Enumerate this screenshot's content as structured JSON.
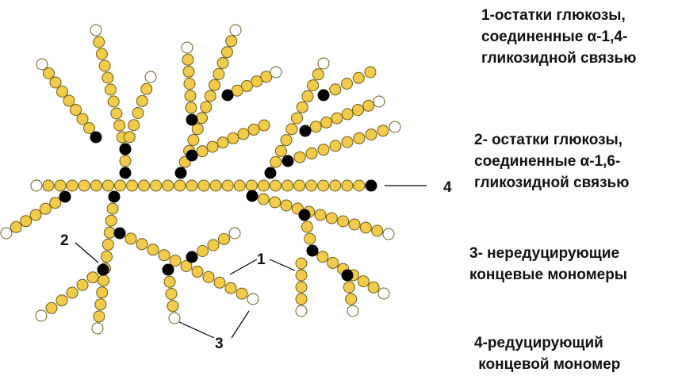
{
  "legend": {
    "item1": [
      "1-остатки глюкозы,",
      "соединенные α-1,4-",
      "гликозидной связью"
    ],
    "item2": [
      "2- остатки глюкозы,",
      "соединенные α-1,6-",
      "гликозидной связью"
    ],
    "item3": [
      "3- нередуцирующие",
      "концевые мономеры"
    ],
    "item4": [
      "4-редуцирующий",
      " концевой мономер"
    ]
  },
  "labels": {
    "n1": "1",
    "n2": "2",
    "n3": "3",
    "n4": "4"
  },
  "colors": {
    "glucose_fill": "#f3cb4a",
    "bead_stroke": "#6b5a18",
    "branch_point": "#000000",
    "non_reducing_end": "#ffffff",
    "leader_line": "#000000"
  }
}
